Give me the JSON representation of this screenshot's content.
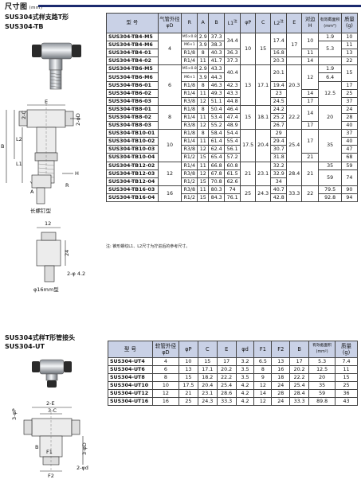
{
  "header": {
    "title": "尺寸图",
    "unit": "(mm)"
  },
  "tb": {
    "title": "SUS304式样支路T形",
    "code": "SUS304-TB",
    "headers": {
      "model": "型 号",
      "tube_od_1": "气管外径",
      "tube_od_2": "φD",
      "R": "R",
      "A": "A",
      "B": "B",
      "L1": "L1",
      "note_mark": "注",
      "phiP": "φP",
      "C": "C",
      "L2": "L2",
      "E": "E",
      "H1": "对边",
      "H2": "H",
      "area1": "有效截面积",
      "area2": "(mm²)",
      "mass1": "质量",
      "mass2": "(g)"
    },
    "note": "注: 锥形螺纹L1、L2尺寸为拧进后的参考尺寸。",
    "drawing": {
      "caption_long": "长螺钉型",
      "caption_16": "φ16mm型",
      "labels": {
        "C2": "2-C",
        "phiD2": "2-φD",
        "E": "E",
        "L2": "L2",
        "L1": "L1",
        "B": "B",
        "A": "A",
        "R": "R",
        "H": "H",
        "dim12": "12",
        "dim24": "24",
        "phi42": "2-φ 4.2"
      }
    },
    "rows": [
      {
        "model": "SUS304-TB4-M5",
        "D": "4",
        "R": "M5×0.8",
        "A": "2.9",
        "B": "37.3",
        "L1": "34.4",
        "P": "10",
        "C": "15",
        "L2": "17.4",
        "E": "17",
        "H": "10",
        "area": "1.9",
        "mass": "10"
      },
      {
        "model": "SUS304-TB4-M6",
        "D": "",
        "R": "M6×1",
        "A": "3.9",
        "B": "38.3",
        "L1": "",
        "P": "",
        "C": "",
        "L2": "",
        "E": "",
        "H": "",
        "area": "",
        "mass": "11"
      },
      {
        "model": "SUS304-TB4-01",
        "D": "",
        "R": "R1/8",
        "A": "8",
        "B": "40.3",
        "L1": "36.3",
        "P": "",
        "C": "",
        "L2": "16.8",
        "E": "",
        "H": "11",
        "area": "5.3",
        "mass": "13"
      },
      {
        "model": "SUS304-TB4-02",
        "D": "",
        "R": "R1/4",
        "A": "11",
        "B": "41.7",
        "L1": "37.3",
        "P": "",
        "C": "",
        "L2": "20.3",
        "E": "",
        "H": "14",
        "area": "",
        "mass": "22"
      },
      {
        "model": "SUS304-TB6-M5",
        "D": "6",
        "R": "M5×0.8",
        "A": "2.9",
        "B": "43.3",
        "L1": "40.4",
        "P": "13",
        "C": "17.1",
        "L2": "20.1",
        "E": "20.3",
        "H": "",
        "area": "1.9",
        "mass": "15"
      },
      {
        "model": "SUS304-TB6-M6",
        "D": "",
        "R": "M6×1",
        "A": "3.9",
        "B": "44.3",
        "L1": "",
        "P": "",
        "C": "",
        "L2": "",
        "E": "",
        "H": "12",
        "area": "6.4",
        "mass": ""
      },
      {
        "model": "SUS304-TB6-01",
        "D": "",
        "R": "R1/8",
        "A": "8",
        "B": "46.3",
        "L1": "42.3",
        "P": "",
        "C": "",
        "L2": "19.4",
        "E": "",
        "H": "",
        "area": "",
        "mass": "17"
      },
      {
        "model": "SUS304-TB6-02",
        "D": "",
        "R": "R1/4",
        "A": "11",
        "B": "49.3",
        "L1": "43.3",
        "P": "",
        "C": "",
        "L2": "23",
        "E": "",
        "H": "14",
        "area": "12.5",
        "mass": "25"
      },
      {
        "model": "SUS304-TB6-03",
        "D": "",
        "R": "R3/8",
        "A": "12",
        "B": "51.1",
        "L1": "44.8",
        "P": "",
        "C": "",
        "L2": "24.5",
        "E": "",
        "H": "17",
        "area": "",
        "mass": "37"
      },
      {
        "model": "SUS304-TB8-01",
        "D": "8",
        "R": "R1/8",
        "A": "8",
        "B": "50.4",
        "L1": "46.4",
        "P": "15",
        "C": "18.1",
        "L2": "24.2",
        "E": "22.2",
        "H": "14",
        "area": "20",
        "mass": "24"
      },
      {
        "model": "SUS304-TB8-02",
        "D": "",
        "R": "R1/4",
        "A": "11",
        "B": "53.4",
        "L1": "47.4",
        "P": "",
        "C": "",
        "L2": "25.2",
        "E": "",
        "H": "",
        "area": "",
        "mass": "28"
      },
      {
        "model": "SUS304-TB8-03",
        "D": "",
        "R": "R3/8",
        "A": "12",
        "B": "55.2",
        "L1": "48.9",
        "P": "",
        "C": "",
        "L2": "26.7",
        "E": "",
        "H": "17",
        "area": "",
        "mass": "40"
      },
      {
        "model": "SUS304-TB10-01",
        "D": "10",
        "R": "R1/8",
        "A": "8",
        "B": "58.4",
        "L1": "54.4",
        "P": "17.5",
        "C": "20.4",
        "L2": "29",
        "E": "25.4",
        "H": "17",
        "area": "35",
        "mass": "37"
      },
      {
        "model": "SUS304-TB10-02",
        "D": "",
        "R": "R1/4",
        "A": "11",
        "B": "61.4",
        "L1": "55.4",
        "P": "",
        "C": "",
        "L2": "29.4",
        "E": "",
        "H": "",
        "area": "",
        "mass": "40"
      },
      {
        "model": "SUS304-TB10-03",
        "D": "",
        "R": "R3/8",
        "A": "12",
        "B": "62.4",
        "L1": "56.1",
        "P": "",
        "C": "",
        "L2": "30.7",
        "E": "",
        "H": "",
        "area": "",
        "mass": "47"
      },
      {
        "model": "SUS304-TB10-04",
        "D": "",
        "R": "R1/2",
        "A": "15",
        "B": "65.4",
        "L1": "57.2",
        "P": "",
        "C": "",
        "L2": "31.8",
        "E": "",
        "H": "21",
        "area": "",
        "mass": "68"
      },
      {
        "model": "SUS304-TB12-02",
        "D": "12",
        "R": "R1/4",
        "A": "11",
        "B": "66.8",
        "L1": "60.8",
        "P": "21",
        "C": "23.1",
        "L2": "32.2",
        "E": "28.4",
        "H": "21",
        "area": "35",
        "mass": "59"
      },
      {
        "model": "SUS304-TB12-03",
        "D": "",
        "R": "R3/8",
        "A": "12",
        "B": "67.8",
        "L1": "61.5",
        "P": "",
        "C": "",
        "L2": "32.9",
        "E": "",
        "H": "",
        "area": "59",
        "mass": "74"
      },
      {
        "model": "SUS304-TB12-04",
        "D": "",
        "R": "R1/2",
        "A": "15",
        "B": "70.8",
        "L1": "62.6",
        "P": "",
        "C": "",
        "L2": "34",
        "E": "",
        "H": "",
        "area": "",
        "mass": ""
      },
      {
        "model": "SUS304-TB16-03",
        "D": "16",
        "R": "R3/8",
        "A": "11",
        "B": "80.3",
        "L1": "74",
        "P": "25",
        "C": "24.3",
        "L2": "40.7",
        "E": "33.3",
        "H": "22",
        "area": "79.5",
        "mass": "90"
      },
      {
        "model": "SUS304-TB16-04",
        "D": "",
        "R": "R1/2",
        "A": "15",
        "B": "84.3",
        "L1": "76.1",
        "P": "",
        "C": "",
        "L2": "42.8",
        "E": "",
        "H": "",
        "area": "92.8",
        "mass": "94"
      }
    ]
  },
  "ut": {
    "title": "SUS304式样T形管接头",
    "code": "SUS304-UT",
    "headers": {
      "model": "型 号",
      "tube_od_1": "软管外径",
      "tube_od_2": "φD",
      "phiP": "φP",
      "C": "C",
      "E": "E",
      "phid": "φd",
      "F1": "F1",
      "F2": "F2",
      "B": "B",
      "area1": "有效截面积",
      "area2": "(mm²)",
      "mass1": "质量",
      "mass2": "(g)"
    },
    "drawing": {
      "labels": {
        "P3": "3-φP",
        "E2": "2-E",
        "C3": "3-C",
        "F1": "F1",
        "F2": "F2",
        "B": "B",
        "D3": "3-φD",
        "d2": "2-φd"
      }
    },
    "rows": [
      {
        "model": "SUS304-UT4",
        "D": "4",
        "P": "10",
        "C": "15",
        "E": "17",
        "d": "3.2",
        "F1": "6.5",
        "F2": "13",
        "B": "17",
        "area": "5.3",
        "mass": "7.4"
      },
      {
        "model": "SUS304-UT6",
        "D": "6",
        "P": "13",
        "C": "17.1",
        "E": "20.2",
        "d": "3.5",
        "F1": "8",
        "F2": "16",
        "B": "20.2",
        "area": "12.5",
        "mass": "11"
      },
      {
        "model": "SUS304-UT8",
        "D": "8",
        "P": "15",
        "C": "18.2",
        "E": "22.2",
        "d": "3.5",
        "F1": "9",
        "F2": "18",
        "B": "22.2",
        "area": "20",
        "mass": "15"
      },
      {
        "model": "SUS304-UT10",
        "D": "10",
        "P": "17.5",
        "C": "20.4",
        "E": "25.4",
        "d": "4.2",
        "F1": "12",
        "F2": "24",
        "B": "25.4",
        "area": "35",
        "mass": "25"
      },
      {
        "model": "SUS304-UT12",
        "D": "12",
        "P": "21",
        "C": "23.1",
        "E": "28.6",
        "d": "4.2",
        "F1": "14",
        "F2": "28",
        "B": "28.4",
        "area": "59",
        "mass": "36"
      },
      {
        "model": "SUS304-UT16",
        "D": "16",
        "P": "25",
        "C": "24.3",
        "E": "33.3",
        "d": "4.2",
        "F1": "12",
        "F2": "24",
        "B": "33.3",
        "area": "89.8",
        "mass": "43"
      }
    ]
  }
}
